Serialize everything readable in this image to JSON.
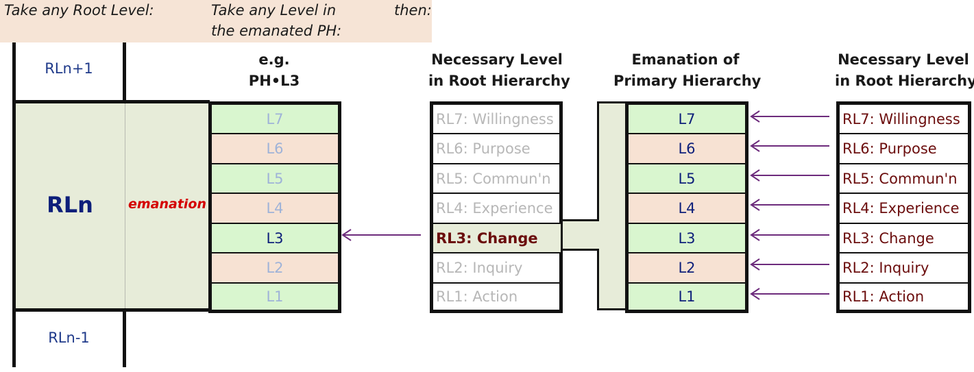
{
  "header": {
    "col1": "Take any Root Level:",
    "col2_line1": "Take any Level in",
    "col2_line2": "the emanated PH:",
    "col3": "then:"
  },
  "left_block": {
    "above": "RLn+1",
    "main": "RLn",
    "below": "RLn-1",
    "emanation": "emanation"
  },
  "ph_example": {
    "heading_line1": "e.g.",
    "heading_line2": "PH•L3",
    "levels": [
      "L7",
      "L6",
      "L5",
      "L4",
      "L3",
      "L2",
      "L1"
    ],
    "highlighted": "L3"
  },
  "necessary_left": {
    "heading_line1": "Necessary Level",
    "heading_line2": "in Root Hierarchy",
    "items": [
      "RL7: Willingness",
      "RL6: Purpose",
      "RL5: Commun'n",
      "RL4: Experience",
      "RL3: Change",
      "RL2: Inquiry",
      "RL1: Action"
    ],
    "highlighted": "RL3: Change"
  },
  "emanation_ph": {
    "heading_line1": "Emanation of",
    "heading_line2": "Primary Hierarchy",
    "levels": [
      "L7",
      "L6",
      "L5",
      "L4",
      "L3",
      "L2",
      "L1"
    ]
  },
  "necessary_right": {
    "heading_line1": "Necessary Level",
    "heading_line2": "in Root Hierarchy",
    "items": [
      "RL7: Willingness",
      "RL6: Purpose",
      "RL5: Commun'n",
      "RL4: Experience",
      "RL3: Change",
      "RL2: Inquiry",
      "RL1: Action"
    ]
  },
  "colors": {
    "green": "#d9f6cf",
    "peach": "#f7e2d3",
    "arrow": "#6d2b7c",
    "emanation_text": "#d40000",
    "level_text": "#0d1f7a",
    "root_text": "#6b0d0d"
  }
}
